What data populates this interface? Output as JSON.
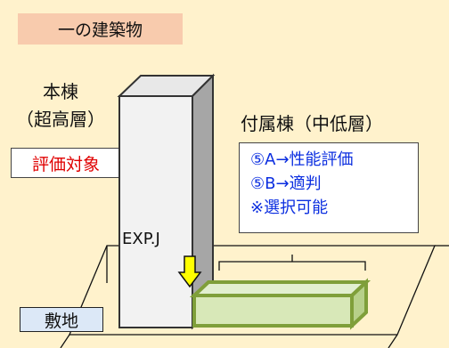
{
  "title": "一の建築物",
  "main_building": {
    "line1": "本棟",
    "line2": "（超高層）",
    "eval_label": "評価対象"
  },
  "annex": {
    "label": "付属棟（中低層）",
    "options": [
      "⑤A→性能評価",
      "⑤B→適判",
      "※選択可能"
    ]
  },
  "joint_label": "EXP.J",
  "site_label": "敷地",
  "colors": {
    "background": "#fff2cc",
    "title_bg": "#f8cbad",
    "eval_text": "#e00000",
    "option_text": "#0b2ee0",
    "annex_fill": "#d8e8b8",
    "annex_border": "#7f9f3a",
    "arrow": "#ffff00",
    "site_bg": "#dce8f7"
  }
}
